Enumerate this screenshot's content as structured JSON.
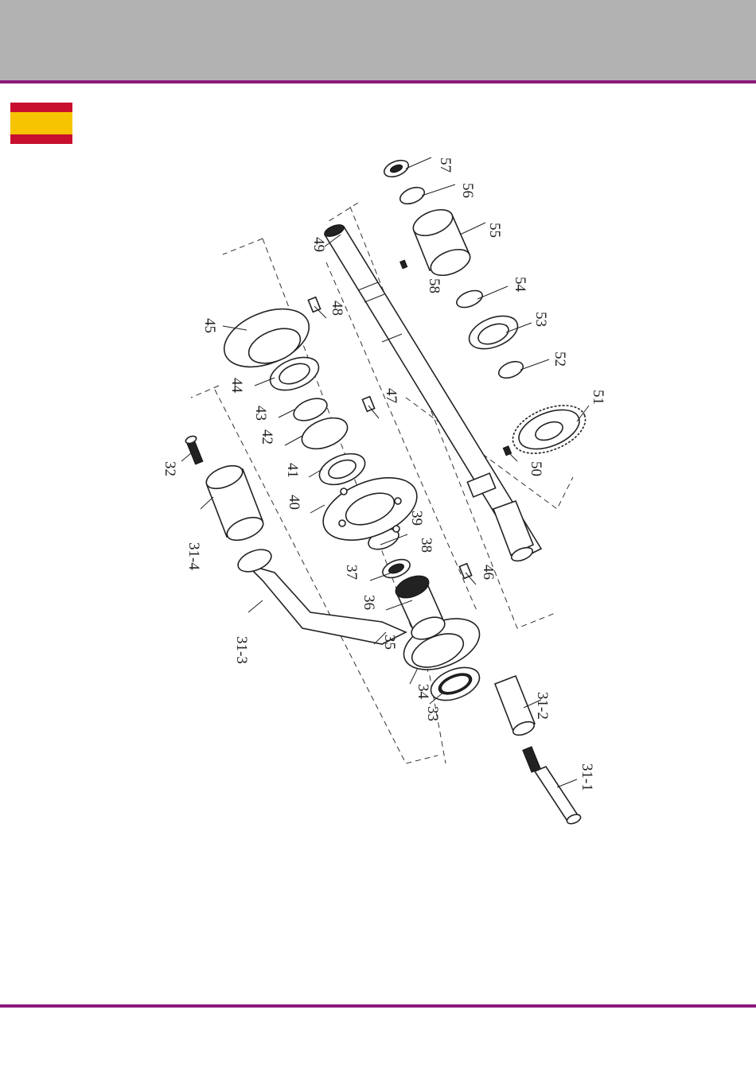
{
  "colors": {
    "header_band": "#b2b2b2",
    "accent_line": "#8c1a7c",
    "flag_red": "#c8102e",
    "flag_yellow": "#f6c400"
  },
  "flag": {
    "icon": "spain-flag-icon"
  },
  "diagram": {
    "type": "exploded-parts-view",
    "labels": {
      "p31_1": "31-1",
      "p31_2": "31-2",
      "p31_3": "31-3",
      "p31_4": "31-4",
      "p32": "32",
      "p33": "33",
      "p34": "34",
      "p35": "35",
      "p36": "36",
      "p37": "37",
      "p38": "38",
      "p39": "39",
      "p40": "40",
      "p41": "41",
      "p42": "42",
      "p43": "43",
      "p44": "44",
      "p45": "45",
      "p46": "46",
      "p47": "47",
      "p48": "48",
      "p49": "49",
      "p50": "50",
      "p51": "51",
      "p52": "52",
      "p53": "53",
      "p54": "54",
      "p55": "55",
      "p56": "56",
      "p57": "57",
      "p58": "58"
    }
  }
}
